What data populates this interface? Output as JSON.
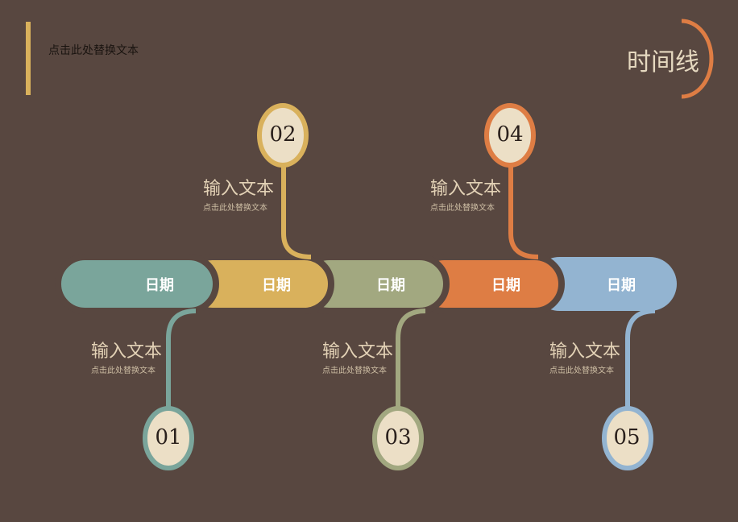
{
  "header": {
    "subtitle": "点击此处替换文本",
    "title": "时间线"
  },
  "colors": {
    "background": "#584740",
    "teal": "#7aa59b",
    "yellow": "#d9b15c",
    "olive": "#a2a880",
    "orange": "#de7d44",
    "blue": "#93b4d1",
    "circle_fill": "#ecdfc6"
  },
  "steps": [
    {
      "num": "01",
      "date": "日期",
      "heading": "输入文本",
      "text": "点击此处替换文本",
      "color": "#7aa59b"
    },
    {
      "num": "02",
      "date": "日期",
      "heading": "输入文本",
      "text": "点击此处替换文本",
      "color": "#d9b15c"
    },
    {
      "num": "03",
      "date": "日期",
      "heading": "输入文本",
      "text": "点击此处替换文本",
      "color": "#a2a880"
    },
    {
      "num": "04",
      "date": "日期",
      "heading": "输入文本",
      "text": "点击此处替换文本",
      "color": "#de7d44"
    },
    {
      "num": "05",
      "date": "日期",
      "heading": "输入文本",
      "text": "点击此处替换文本",
      "color": "#93b4d1"
    }
  ]
}
